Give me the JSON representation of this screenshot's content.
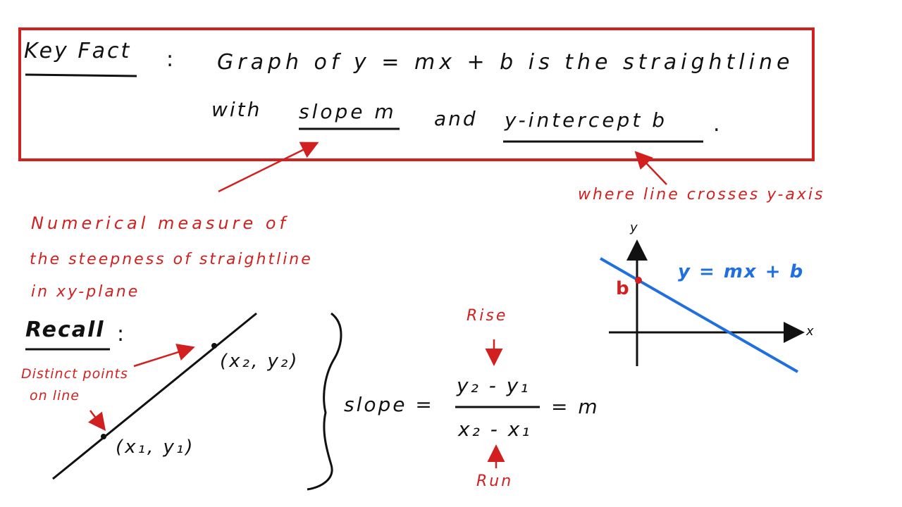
{
  "key_fact": {
    "label": "Key Fact",
    "colon": ":",
    "line1": "Graph of  y = mx + b  is the straightline",
    "line2_with": "with",
    "slope_phrase": "slope m",
    "and_word": "and",
    "intercept_phrase": "y-intercept  b",
    "period": "."
  },
  "annotations": {
    "slope_note_1": "Numerical measure of",
    "slope_note_2": "the steepness of straightline",
    "slope_note_3": "in xy-plane",
    "intercept_note": "where line crosses y-axis",
    "distinct_points_1": "Distinct points",
    "distinct_points_2": "on line"
  },
  "recall": {
    "label": "Recall",
    "colon": ":",
    "point1": "(x₁, y₁)",
    "point2": "(x₂, y₂)"
  },
  "formula": {
    "slope_word": "slope =",
    "numerator": "y₂ - y₁",
    "denominator": "x₂ - x₁",
    "equals_m": "= m",
    "rise": "Rise",
    "run": "Run"
  },
  "graph": {
    "y_axis_label": "y",
    "x_axis_label": "x",
    "intercept_label": "b",
    "line_label": "y = mx + b"
  },
  "colors": {
    "box": "#d21f1f",
    "ink": "#111111",
    "annotation": "#d21f1f",
    "graph_line": "#1f6fe0"
  }
}
